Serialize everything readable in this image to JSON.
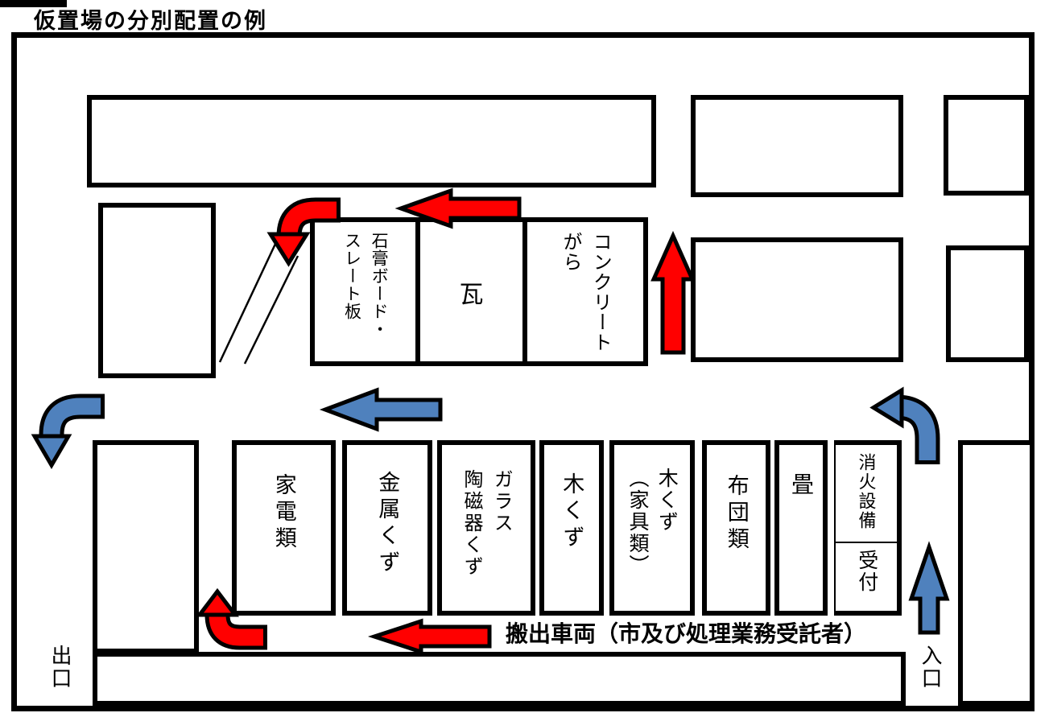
{
  "title": "仮置場の分別配置の例",
  "zones": {
    "gypsum_slate": "石膏ボード・\nスレート板",
    "roof_tile": "瓦",
    "concrete_debris": "コンクリート\nがら",
    "home_appliances": "家電類",
    "metal_scrap": "金属くず",
    "glass_ceramics": "ガラス\n陶磁器くず",
    "wood_scrap": "木くず",
    "wood_scrap_furniture": "木くず\n（家具類）",
    "futon": "布団類",
    "tatami": "畳",
    "fire_equipment": "消火設備",
    "reception": "受付"
  },
  "signs": {
    "exit": "出口",
    "entrance": "入口",
    "outbound_vehicles": "搬出車両（市及び処理業務受託者）"
  },
  "colors": {
    "arrow_red": "#FF0000",
    "arrow_blue": "#4F81BD",
    "line_black": "#000000"
  }
}
